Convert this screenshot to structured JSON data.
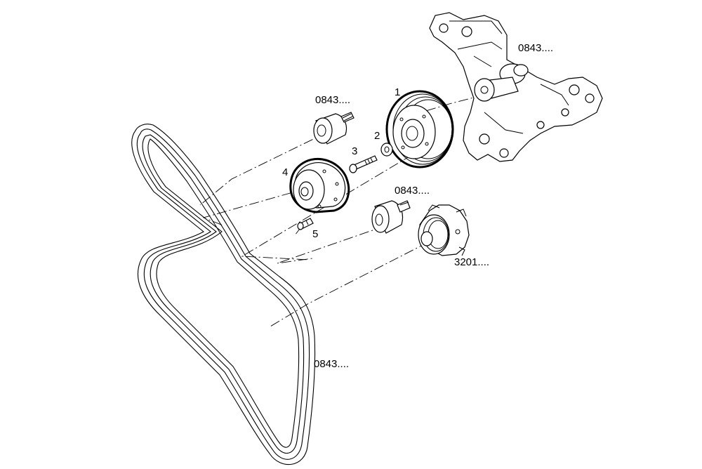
{
  "labels": {
    "bracket_ref": "0843....",
    "idler_top_ref": "0843....",
    "idler_mid_ref": "0843....",
    "pump_ref": "3201....",
    "belt_ref": "0843....",
    "item1": "1",
    "item2": "2",
    "item3": "3",
    "item4": "4",
    "item5": "5"
  }
}
